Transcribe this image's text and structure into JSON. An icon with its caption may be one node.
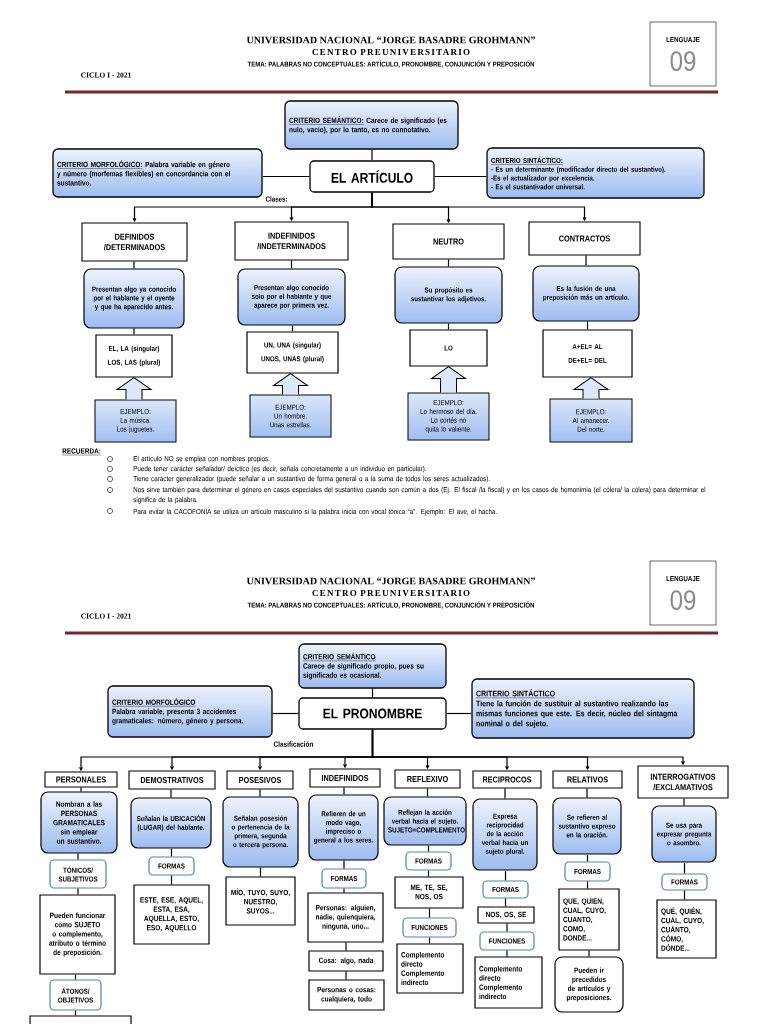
{
  "diagram": {
    "nodes": [
      {
        "text": [
          "LENGUAJE",
          "09"
        ]
      },
      {
        "text": [
          "CRITERIO SEMÁNTICO:",
          "Carece de significado (es nulo, vacío), por lo tanto, es no connotativo."
        ]
      },
      {
        "text": [
          "CRITERIO MORFOLÓGICO:",
          "Palabra variable en género y número (morfemas flexibles) en concordancia con el sustantivo."
        ]
      },
      {
        "text": [
          "EL ARTÍCULO"
        ]
      },
      {
        "text": [
          "CRITERIO SINTÁCTICO:",
          "- Es un determinante (modificador directo del sustantivo).",
          "-Es el actualizador por excelencia.",
          "- Es el sustantivador universal."
        ]
      },
      {
        "text": [
          "DEFINIDOS /DETERMINADOS"
        ]
      },
      {
        "text": [
          "Presentan algo ya conocido por el hablante y el oyente y que ha aparecido antes."
        ]
      },
      {
        "text": [
          "EL, LA (singular)",
          "LOS, LAS (plural)"
        ]
      },
      {
        "text": [
          "EJEMPLO:",
          "La música.",
          "Los juguetes."
        ]
      },
      {
        "text": [
          "INDEFINIDOS /INDETERMINADOS"
        ]
      },
      {
        "text": [
          "Presentan algo conocido solo por el hablante y que aparece por primera vez."
        ]
      },
      {
        "text": [
          "UN, UNA (singular)",
          "UNOS, UNAS (plural)"
        ]
      },
      {
        "text": [
          "EJEMPLO:",
          "Un hombre.",
          "Unas estrellas."
        ]
      },
      {
        "text": [
          "NEUTRO"
        ]
      },
      {
        "text": [
          "Su propósito es sustantivar los adjetivos."
        ]
      },
      {
        "text": [
          "LO"
        ]
      },
      {
        "text": [
          "EJEMPLO:",
          "Lo hermoso del día.",
          "Lo cortés no quita lo valiente."
        ]
      },
      {
        "text": [
          "CONTRACTOS"
        ]
      },
      {
        "text": [
          "Es la fusión de una preposición más un artículo."
        ]
      },
      {
        "text": [
          "A+EL= AL",
          "DE+EL= DEL"
        ]
      },
      {
        "text": [
          "EJEMPLO:",
          "Al  amanecer.",
          "Del norte."
        ]
      },
      {
        "text": [
          "LENGUAJE",
          "09"
        ]
      },
      {
        "text": [
          "CRITERIO SEMÁNTICO",
          "Carece de significado propio, pues su significado es ocasional."
        ]
      },
      {
        "text": [
          "CRITERIO MORFOLÓGICO",
          "Palabra variable, presenta 3 accidentes gramaticales: número, género y persona."
        ]
      },
      {
        "text": [
          "EL PRONOMBRE"
        ]
      },
      {
        "text": [
          "CRITERIO SINTÁCTICO",
          "Tiene la función de sustituir al sustantivo realizando las mismas funciones que este. Es decir, núcleo del sintagma nominal o del sujeto."
        ]
      },
      {
        "text": [
          "PERSONALES"
        ]
      },
      {
        "text": [
          "Nombran a las PERSONAS GRAMATICALES sin emplear un sustantivo."
        ]
      },
      {
        "text": [
          "TÓNICOS/ SUBJETIVOS"
        ]
      },
      {
        "text": [
          "Pueden funcionar como SUJETO o complemento, atributo o término de preposición."
        ]
      },
      {
        "text": [
          "ÁTONOS/ OBJETIVOS"
        ]
      },
      {
        "text": [],
        "shape": "box"
      },
      {
        "text": [
          "DEMOSTRATIVOS"
        ]
      },
      {
        "text": [
          "Señalan la UBICACIÓN (LUGAR) del hablante."
        ]
      },
      {
        "text": [
          "FORMAS"
        ]
      },
      {
        "text": [
          "ESTE, ESE, AQUEL, ESTA, ESA, AQUELLA, ESTO, ESO, AQUELLO"
        ]
      },
      {
        "text": [
          "POSESIVOS"
        ]
      },
      {
        "text": [
          "Señalan posesión o pertenencia de la primera, segunda o tercera persona."
        ]
      },
      {
        "text": [
          "MÍO, TUYO, SUYO, NUESTRO, SUYOS..."
        ]
      },
      {
        "text": [
          "INDEFINIDOS"
        ]
      },
      {
        "text": [
          "Refieren de un modo vago, impreciso o general a los seres."
        ]
      },
      {
        "text": [
          "FORMAS"
        ]
      },
      {
        "text": [
          "Personas: alguien, nadie, quienquiera, ninguna, uno..."
        ]
      },
      {
        "text": [
          "Cosa: algo, nada"
        ]
      },
      {
        "text": [
          "Personas o cosas: cualquiera, todo"
        ]
      },
      {
        "text": [
          "REFLEXIVO"
        ]
      },
      {
        "text": [
          "Reflejan la acción verbal hacia el sujeto.",
          "SUJETO=COMPLEMENTO"
        ]
      },
      {
        "text": [
          "FORMAS"
        ]
      },
      {
        "text": [
          "ME, TE, SE, NOS, OS"
        ]
      },
      {
        "text": [
          "FUNCIONES"
        ]
      },
      {
        "text": [
          "Complemento directo Complemento indirecto"
        ]
      },
      {
        "text": [
          "RECIPROCOS"
        ]
      },
      {
        "text": [
          "Expresa reciprocidad de la acción verbal hacia un sujeto plural."
        ]
      },
      {
        "text": [
          "FORMAS"
        ]
      },
      {
        "text": [
          "NOS, OS, SE"
        ]
      },
      {
        "text": [
          "FUNCIONES"
        ]
      },
      {
        "text": [
          "Complemento directo Complemento indirecto"
        ]
      },
      {
        "text": [
          "RELATIVOS"
        ]
      },
      {
        "text": [
          "Se refieren al sustantivo expreso en la oración."
        ]
      },
      {
        "text": [
          "FORMAS"
        ]
      },
      {
        "text": [
          "QUE, QUIEN, CUAL, CUYO, CUANTO, COMO, DONDE..."
        ]
      },
      {
        "text": [
          "Pueden ir precedidos de artículos y preposiciones."
        ]
      },
      {
        "text": [
          "INTERROGATIVOS /EXCLAMATIVOS"
        ]
      },
      {
        "text": [
          "Se usa para expresar pregunta o asombro."
        ]
      },
      {
        "text": [
          "FORMAS"
        ]
      },
      {
        "text": [
          "QUÉ, QUIÉN, CUÁL, CUYO, CUÁNTO, CÓMO, DÓNDE..."
        ]
      }
    ],
    "edges": [
      {
        "from": 1,
        "to": 3,
        "arrow": "none"
      },
      {
        "from": 2,
        "to": 3,
        "arrow": "none"
      },
      {
        "from": 3,
        "to": 4,
        "arrow": "none"
      },
      {
        "from": 3,
        "to": 5,
        "arrow": "to"
      },
      {
        "from": 3,
        "to": 9,
        "arrow": "to"
      },
      {
        "from": 3,
        "to": 13,
        "arrow": "to"
      },
      {
        "from": 3,
        "to": 17,
        "arrow": "to"
      },
      {
        "from": 5,
        "to": 6,
        "arrow": "none"
      },
      {
        "from": 6,
        "to": 7,
        "arrow": "none"
      },
      {
        "from": 8,
        "to": 7,
        "arrow": "to",
        "style": "thick"
      },
      {
        "from": 9,
        "to": 10,
        "arrow": "none"
      },
      {
        "from": 10,
        "to": 11,
        "arrow": "none"
      },
      {
        "from": 12,
        "to": 11,
        "arrow": "to",
        "style": "thick"
      },
      {
        "from": 13,
        "to": 14,
        "arrow": "none"
      },
      {
        "from": 14,
        "to": 15,
        "arrow": "none"
      },
      {
        "from": 16,
        "to": 15,
        "arrow": "to",
        "style": "thick"
      },
      {
        "from": 17,
        "to": 18,
        "arrow": "none"
      },
      {
        "from": 18,
        "to": 19,
        "arrow": "none"
      },
      {
        "from": 20,
        "to": 19,
        "arrow": "to",
        "style": "thick"
      },
      {
        "from": 22,
        "to": 24,
        "arrow": "none"
      },
      {
        "from": 23,
        "to": 24,
        "arrow": "none"
      },
      {
        "from": 24,
        "to": 25,
        "arrow": "none"
      },
      {
        "from": 24,
        "to": 26,
        "arrow": "to"
      },
      {
        "from": 24,
        "to": 32,
        "arrow": "to"
      },
      {
        "from": 24,
        "to": 36,
        "arrow": "to"
      },
      {
        "from": 24,
        "to": 39,
        "arrow": "to"
      },
      {
        "from": 24,
        "to": 45,
        "arrow": "to"
      },
      {
        "from": 24,
        "to": 51,
        "arrow": "to"
      },
      {
        "from": 24,
        "to": 57,
        "arrow": "to"
      },
      {
        "from": 24,
        "to": 62,
        "arrow": "to"
      },
      {
        "from": 26,
        "to": 27,
        "arrow": "none"
      },
      {
        "from": 27,
        "to": 28,
        "arrow": "none"
      },
      {
        "from": 28,
        "to": 29,
        "arrow": "none"
      },
      {
        "from": 29,
        "to": 30,
        "arrow": "none"
      },
      {
        "from": 30,
        "to": 31,
        "arrow": "none"
      },
      {
        "from": 32,
        "to": 33,
        "arrow": "none"
      },
      {
        "from": 33,
        "to": 34,
        "arrow": "none"
      },
      {
        "from": 34,
        "to": 35,
        "arrow": "none"
      },
      {
        "from": 36,
        "to": 37,
        "arrow": "none"
      },
      {
        "from": 37,
        "to": 38,
        "arrow": "none"
      },
      {
        "from": 39,
        "to": 40,
        "arrow": "none"
      },
      {
        "from": 40,
        "to": 41,
        "arrow": "none"
      },
      {
        "from": 41,
        "to": 42,
        "arrow": "none"
      },
      {
        "from": 42,
        "to": 43,
        "arrow": "none"
      },
      {
        "from": 43,
        "to": 44,
        "arrow": "none"
      },
      {
        "from": 45,
        "to": 46,
        "arrow": "none"
      },
      {
        "from": 46,
        "to": 47,
        "arrow": "none"
      },
      {
        "from": 47,
        "to": 48,
        "arrow": "none"
      },
      {
        "from": 48,
        "to": 49,
        "arrow": "none"
      },
      {
        "from": 49,
        "to": 50,
        "arrow": "none"
      },
      {
        "from": 51,
        "to": 52,
        "arrow": "none"
      },
      {
        "from": 52,
        "to": 53,
        "arrow": "none"
      },
      {
        "from": 53,
        "to": 54,
        "arrow": "none"
      },
      {
        "from": 54,
        "to": 55,
        "arrow": "none"
      },
      {
        "from": 55,
        "to": 56,
        "arrow": "none"
      },
      {
        "from": 57,
        "to": 58,
        "arrow": "none"
      },
      {
        "from": 58,
        "to": 59,
        "arrow": "none"
      },
      {
        "from": 59,
        "to": 60,
        "arrow": "none"
      },
      {
        "from": 60,
        "to": 61,
        "arrow": "none"
      },
      {
        "from": 62,
        "to": 63,
        "arrow": "none"
      },
      {
        "from": 63,
        "to": 64,
        "arrow": "none"
      },
      {
        "from": 64,
        "to": 65,
        "arrow": "none"
      }
    ],
    "labels": [
      "UNIVERSIDAD NACIONAL “JORGE BASADRE GROHMANN”",
      "CENTRO PREUNIVERSITARIO",
      "TEMA: PALABRAS NO CONCEPTUALES: ARTÍCULO, PRONOMBRE, CONJUNCIÓN Y PREPOSICIÓN",
      "CICLO I - 2021",
      "Clases:",
      "RECUERDA:",
      "El artículo NO se emplea con nombres propios.",
      "Puede tener carácter señalador/ deíctico (es decir, señala concretamente a un individuo en particular).",
      "Tiene carácter generalizador (puede señalar a un sustantivo de forma general o a la suma de todos los seres actualizados).",
      "Nos sirve también para determinar el género en casos especiales del sustantivo cuando son común a dos (Ej. El fiscal /la fiscal) y en los casos de homonimia (el cólera/ la cólera) para determinar el significa de la palabra.",
      "Para evitar la CACOFONÍA se utiliza un artículo masculino si la palabra inicia con vocal tónica “a”. Ejemplo: El ave, el hacha.",
      "UNIVERSIDAD NACIONAL “JORGE BASADRE GROHMANN”",
      "CENTRO PREUNIVERSITARIO",
      "TEMA: PALABRAS NO CONCEPTUALES: ARTÍCULO, PRONOMBRE, CONJUNCIÓN Y PREPOSICIÓN",
      "CICLO I - 2021",
      "Clasificación"
    ]
  }
}
